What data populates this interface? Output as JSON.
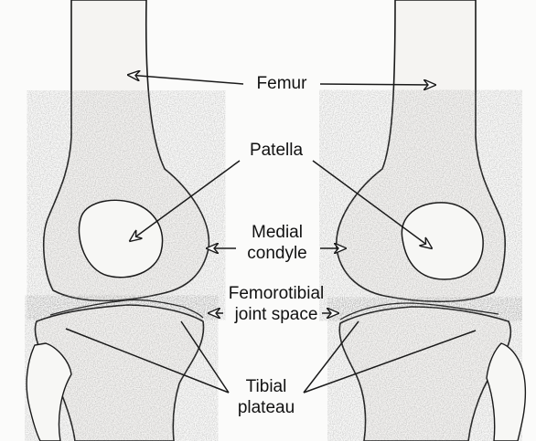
{
  "labels": {
    "femur": "Femur",
    "patella": "Patella",
    "medial_condyle_line1": "Medial",
    "medial_condyle_line2": "condyle",
    "joint_space_line1": "Femorotibial",
    "joint_space_line2": "joint space",
    "tibial_plateau_line1": "Tibial",
    "tibial_plateau_line2": "plateau"
  },
  "colors": {
    "line": "#1a1a1a",
    "bone_fill": "#f4f3f1",
    "stipple": "#6a6a6a"
  }
}
